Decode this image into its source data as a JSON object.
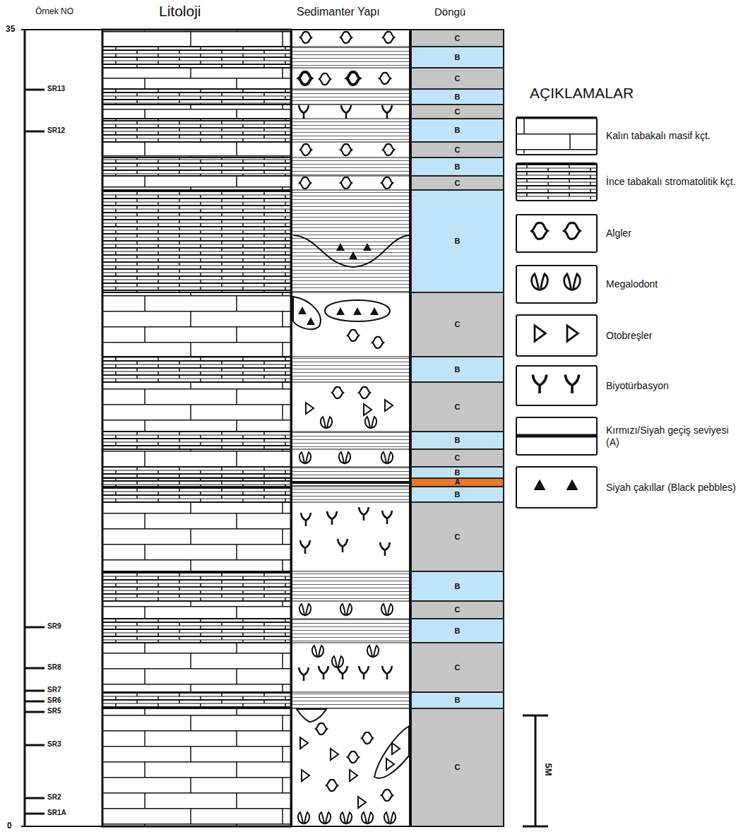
{
  "diagram": {
    "nodes": [
      {
        "text": [
          "C"
        ]
      },
      {
        "text": [
          "B"
        ]
      },
      {
        "text": [
          "C"
        ]
      },
      {
        "text": [
          "B"
        ]
      },
      {
        "text": [
          "C"
        ]
      },
      {
        "text": [
          "B"
        ]
      },
      {
        "text": [
          "C"
        ]
      },
      {
        "text": [
          "B"
        ]
      },
      {
        "text": [
          "C"
        ]
      },
      {
        "text": [
          "B"
        ]
      },
      {
        "text": [
          "C"
        ]
      },
      {
        "text": [
          "B"
        ]
      },
      {
        "text": [
          "C"
        ]
      },
      {
        "text": [
          "B"
        ]
      },
      {
        "text": [
          "C"
        ]
      },
      {
        "text": [
          "B"
        ]
      },
      {
        "text": [
          "A"
        ]
      },
      {
        "text": [
          "B"
        ]
      },
      {
        "text": [
          "C"
        ]
      },
      {
        "text": [
          "B"
        ]
      },
      {
        "text": [
          "C"
        ]
      },
      {
        "text": [
          "B"
        ]
      },
      {
        "text": [
          "C"
        ]
      },
      {
        "text": [
          "B"
        ]
      },
      {
        "text": [
          "C"
        ]
      }
    ],
    "labels": [
      "Örnek NO",
      "Litoloji",
      "Sedimanter Yapı",
      "Döngü",
      "35",
      "0",
      "SR13",
      "SR12",
      "SR9",
      "SR8",
      "SR7",
      "SR6",
      "SR5",
      "SR3",
      "SR2",
      "SR1A",
      "AÇIKLAMALAR",
      "5M"
    ],
    "legend": [
      {
        "text": "Kalın tabakalı masif kçt."
      },
      {
        "text": "İnce tabakalı stromatolitik kçt."
      },
      {
        "text": "Algler"
      },
      {
        "text": "Megalodont"
      },
      {
        "text": "Otobreşler"
      },
      {
        "text": "Biyotürbasyon"
      },
      {
        "text": "Kırmızı/Siyah geçiş seviyesi (A)"
      },
      {
        "text": "Siyah çakıllar (Black pebbles)"
      }
    ]
  }
}
